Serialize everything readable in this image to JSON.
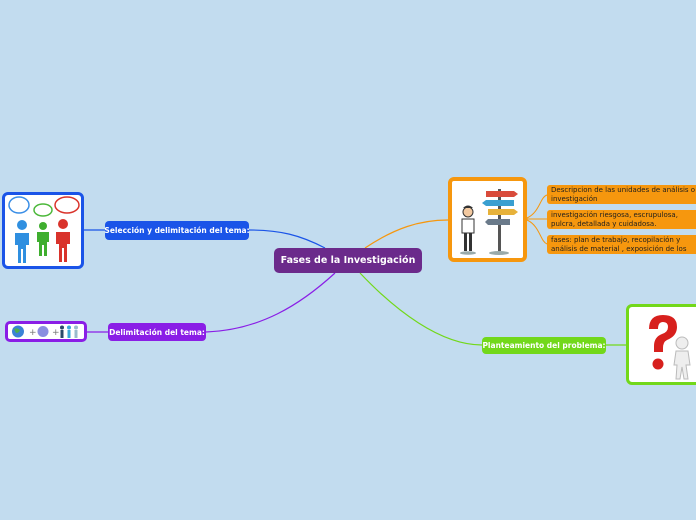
{
  "central": {
    "label": "Fases de la Investigación"
  },
  "branches": {
    "seleccion": {
      "label": "Selección y delimitación del tema:"
    },
    "delimitacion": {
      "label": "Delimitación del tema:"
    },
    "planteamiento": {
      "label": "Planteamiento del problema:"
    },
    "fases": {
      "items": [
        "Descripcion de las unidades de análisis o investigación",
        "investigación riesgosa, escrupulosa, pulcra, detallada y cuidadosa.",
        "fases: plan de trabajo, recopilación y análisis de material , exposición de los resultados."
      ]
    }
  },
  "colors": {
    "background": "#c2dcef",
    "central": "#6b2a8b",
    "seleccion": "#1a54e8",
    "delimitacion": "#8a1ee6",
    "planteamiento": "#72d81a",
    "fases": "#f6970e"
  },
  "icons": [
    "people-speech-bubbles-icon",
    "signpost-thinking-man-icon",
    "globe-plus-people-icon",
    "question-mark-figure-icon"
  ]
}
